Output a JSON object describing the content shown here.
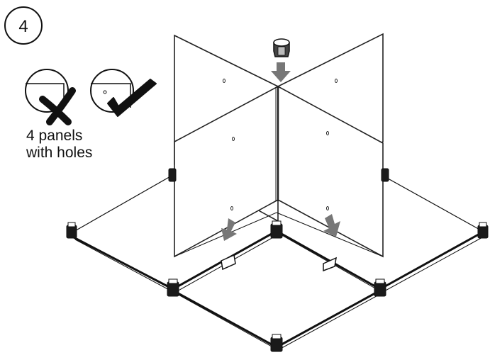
{
  "step": {
    "number": "4"
  },
  "hint": {
    "caption_line1": "4 panels",
    "caption_line2": "with holes",
    "wrong_icon": "cross-icon",
    "right_icon": "check-icon"
  },
  "panels": {
    "count": 4,
    "fill_color": "#ffffff",
    "stroke_color": "#222222"
  },
  "arrows": {
    "color": "#777777",
    "icon": "down-arrow-icon"
  },
  "connectors": {
    "color": "#1a1a1a"
  }
}
